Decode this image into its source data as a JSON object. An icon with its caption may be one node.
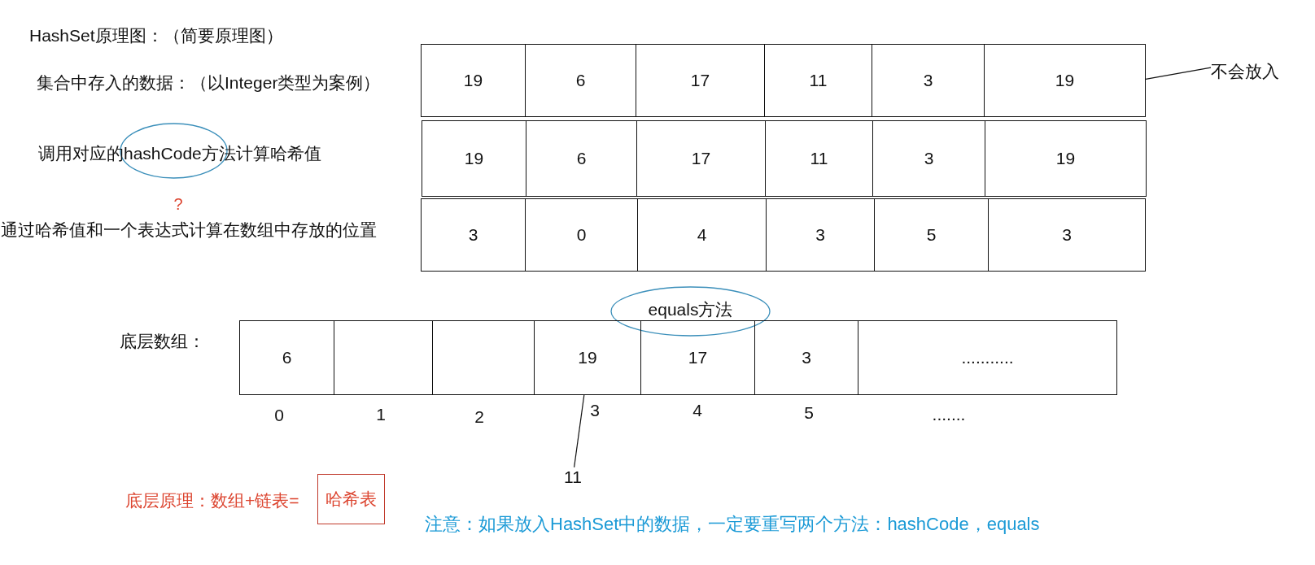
{
  "diagram": {
    "title": "HashSet原理图：（简要原理图）",
    "nodes": [
      {
        "text": [
          "19"
        ]
      },
      {
        "text": [
          "6"
        ]
      },
      {
        "text": [
          "17"
        ]
      },
      {
        "text": [
          "11"
        ]
      },
      {
        "text": [
          "3"
        ]
      },
      {
        "text": [
          "19"
        ]
      },
      {
        "text": [
          "不会放入"
        ]
      },
      {
        "text": [
          "19"
        ]
      },
      {
        "text": [
          "6"
        ]
      },
      {
        "text": [
          "17"
        ]
      },
      {
        "text": [
          "11"
        ]
      },
      {
        "text": [
          "3"
        ]
      },
      {
        "text": [
          "19"
        ]
      },
      {
        "text": [
          "3"
        ]
      },
      {
        "text": [
          "0"
        ]
      },
      {
        "text": [
          "4"
        ]
      },
      {
        "text": [
          "3"
        ]
      },
      {
        "text": [
          "5"
        ]
      },
      {
        "text": [
          "3"
        ]
      },
      {
        "text": [
          "equals方法"
        ]
      },
      {
        "text": [
          "6"
        ],
        "beside": [
          "0"
        ]
      },
      {
        "text": [],
        "shape": "box",
        "beside": [
          "1"
        ]
      },
      {
        "text": [],
        "shape": "box",
        "beside": [
          "2"
        ]
      },
      {
        "text": [
          "19"
        ],
        "beside": [
          "3"
        ]
      },
      {
        "text": [
          "17"
        ],
        "beside": [
          "4"
        ]
      },
      {
        "text": [
          "3"
        ],
        "beside": [
          "5"
        ]
      },
      {
        "text": [
          "..........."
        ],
        "beside": [
          "......."
        ]
      },
      {
        "text": [
          "11"
        ]
      },
      {
        "text": [
          "哈希表"
        ]
      }
    ],
    "edges": [
      {
        "from": 6,
        "to": 5,
        "arrow": "none"
      },
      {
        "from": 23,
        "to": 27,
        "arrow": "none"
      }
    ],
    "labels": [
      "集合中存入的数据：（以Integer类型为案例）",
      "调用对应的hashCode方法计算哈希值",
      "?",
      "通过哈希值和一个表达式计算在数组中存放的位置",
      "底层数组：",
      "底层原理：数组+链表=",
      "注意：如果放入HashSet中的数据，一定要重写两个方法：hashCode，equals"
    ]
  }
}
